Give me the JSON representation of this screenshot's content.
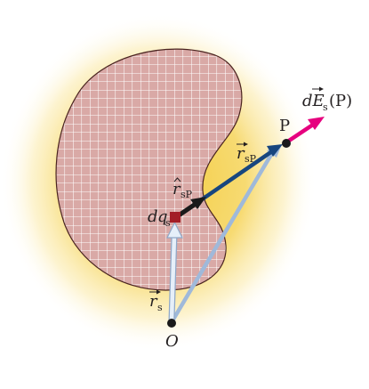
{
  "labels": {
    "origin": "O",
    "point": "P",
    "rs_symbol": "r",
    "rs_sub": "s",
    "rsp_symbol": "r",
    "rsp_sub": "sP",
    "rhat_symbol": "r",
    "rhat_sub": "sP",
    "dq_d": "d",
    "dq_q": "q",
    "dq_sub": "s",
    "de_d": "dE",
    "de_sub": "s",
    "de_arg": "(P)"
  },
  "colors": {
    "glow": "#f3cb3a",
    "blob_fill": "#d9a9a6",
    "blob_stroke": "#4a2420",
    "grid": "#ffffff",
    "charge_element": "#a31d26",
    "rs_arrow": "#cfe0f2",
    "rs_outline": "#8fa8c8",
    "op_arrow": "#9fb9da",
    "rsp_arrow": "#17467f",
    "unit_vector": "#1a1a1a",
    "field_arrow": "#e6007e",
    "point": "#1a1a1a"
  },
  "icons": {
    "vector_mark": "right-arrow-accent",
    "unit_mark": "hat-accent"
  }
}
